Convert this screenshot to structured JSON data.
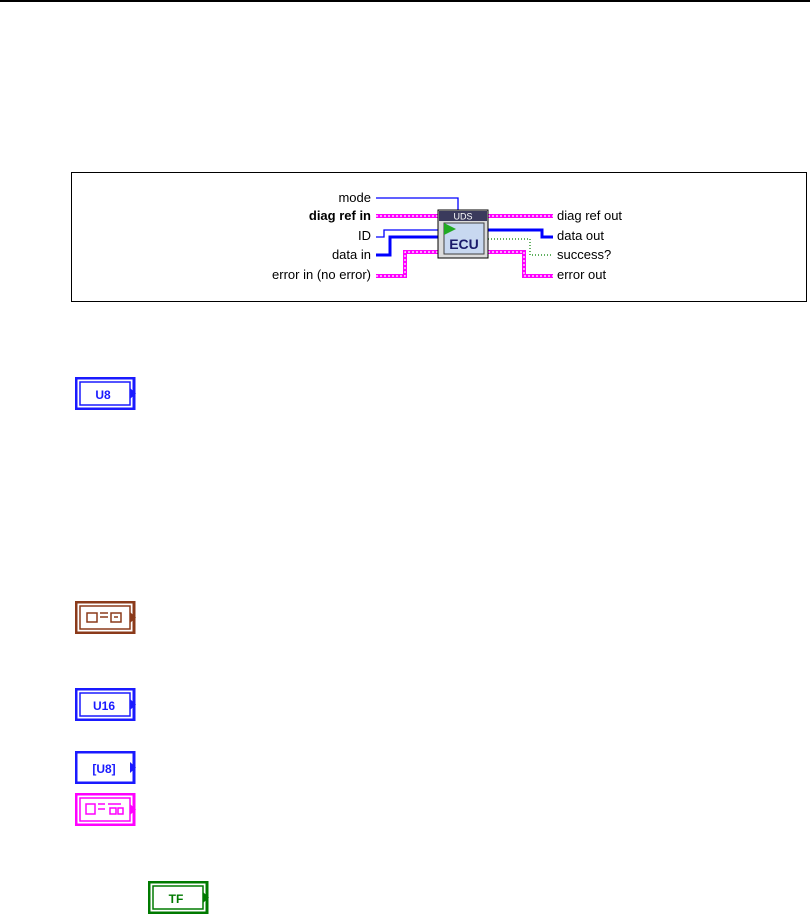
{
  "connector_pane": {
    "inputs": {
      "mode": "mode",
      "diag_ref_in": "diag ref in",
      "id": "ID",
      "data_in": "data in",
      "error_in": "error in (no error)"
    },
    "outputs": {
      "diag_ref_out": "diag ref out",
      "data_out": "data out",
      "success": "success?",
      "error_out": "error out"
    },
    "vi_icon": {
      "header": "UDS",
      "body": "ECU"
    }
  },
  "terminals": [
    {
      "id": "mode",
      "label": "U8",
      "color": "#1a1aff",
      "kind": "numeric"
    },
    {
      "id": "diag-ref",
      "label": "",
      "color": "#8b3a1a",
      "kind": "cluster"
    },
    {
      "id": "id",
      "label": "U16",
      "color": "#1a1aff",
      "kind": "numeric"
    },
    {
      "id": "data-in",
      "label": "[U8]",
      "color": "#1a1aff",
      "kind": "array"
    },
    {
      "id": "error-in",
      "label": "",
      "color": "#ff00ff",
      "kind": "error-cluster"
    },
    {
      "id": "success",
      "label": "TF",
      "color": "#007a00",
      "kind": "boolean"
    }
  ],
  "colors": {
    "numeric_wire": "#0000ff",
    "cluster_wire": "#ff00ff",
    "boolean_wire": "#008000",
    "icon_header": "#3a3a5c"
  }
}
